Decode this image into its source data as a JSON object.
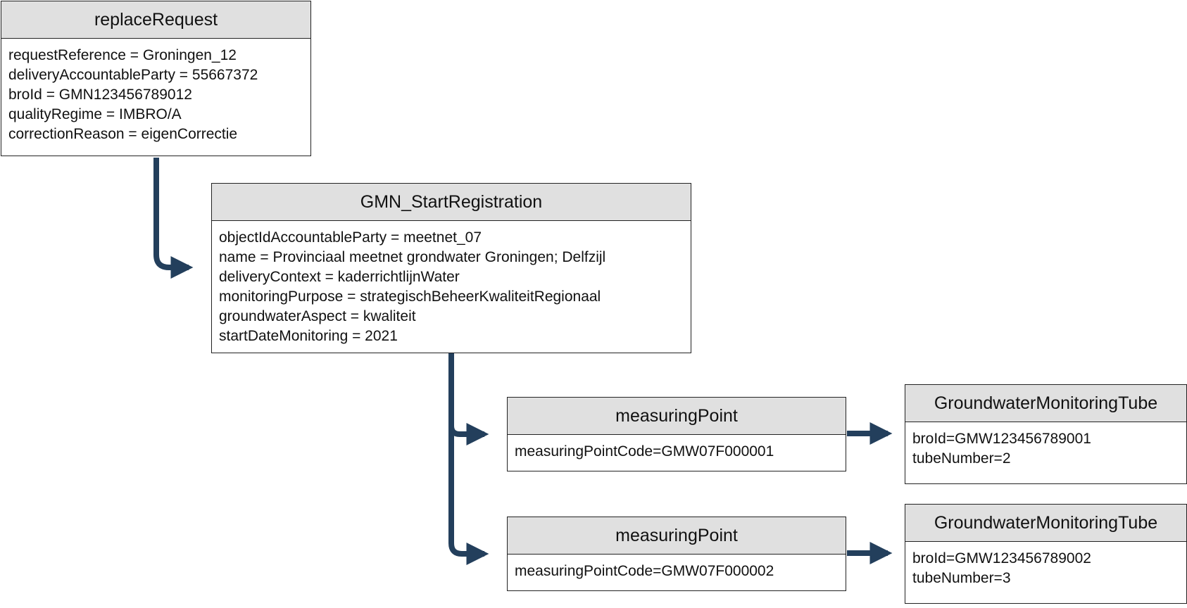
{
  "nodes": {
    "replace_request": {
      "title": "replaceRequest",
      "lines": [
        "requestReference = Groningen_12",
        "deliveryAccountableParty = 55667372",
        "broId = GMN123456789012",
        "qualityRegime = IMBRO/A",
        "correctionReason = eigenCorrectie"
      ]
    },
    "start_registration": {
      "title": "GMN_StartRegistration",
      "lines": [
        "objectIdAccountableParty = meetnet_07",
        "name = Provinciaal meetnet grondwater Groningen; Delfzijl",
        "deliveryContext = kaderrichtlijnWater",
        "monitoringPurpose = strategischBeheerKwaliteitRegionaal",
        "groundwaterAspect = kwaliteit",
        "startDateMonitoring = 2021"
      ]
    },
    "measuring_point_1": {
      "title": "measuringPoint",
      "lines": [
        "measuringPointCode=GMW07F000001"
      ]
    },
    "measuring_point_2": {
      "title": "measuringPoint",
      "lines": [
        "measuringPointCode=GMW07F000002"
      ]
    },
    "tube_1": {
      "title": "GroundwaterMonitoringTube",
      "lines": [
        "broId=GMW123456789001",
        "tubeNumber=2"
      ]
    },
    "tube_2": {
      "title": "GroundwaterMonitoringTube",
      "lines": [
        "broId=GMW123456789002",
        "tubeNumber=3"
      ]
    }
  },
  "colors": {
    "connector": "#233f5c",
    "header_fill": "#e0e0e0",
    "border": "#222222"
  }
}
